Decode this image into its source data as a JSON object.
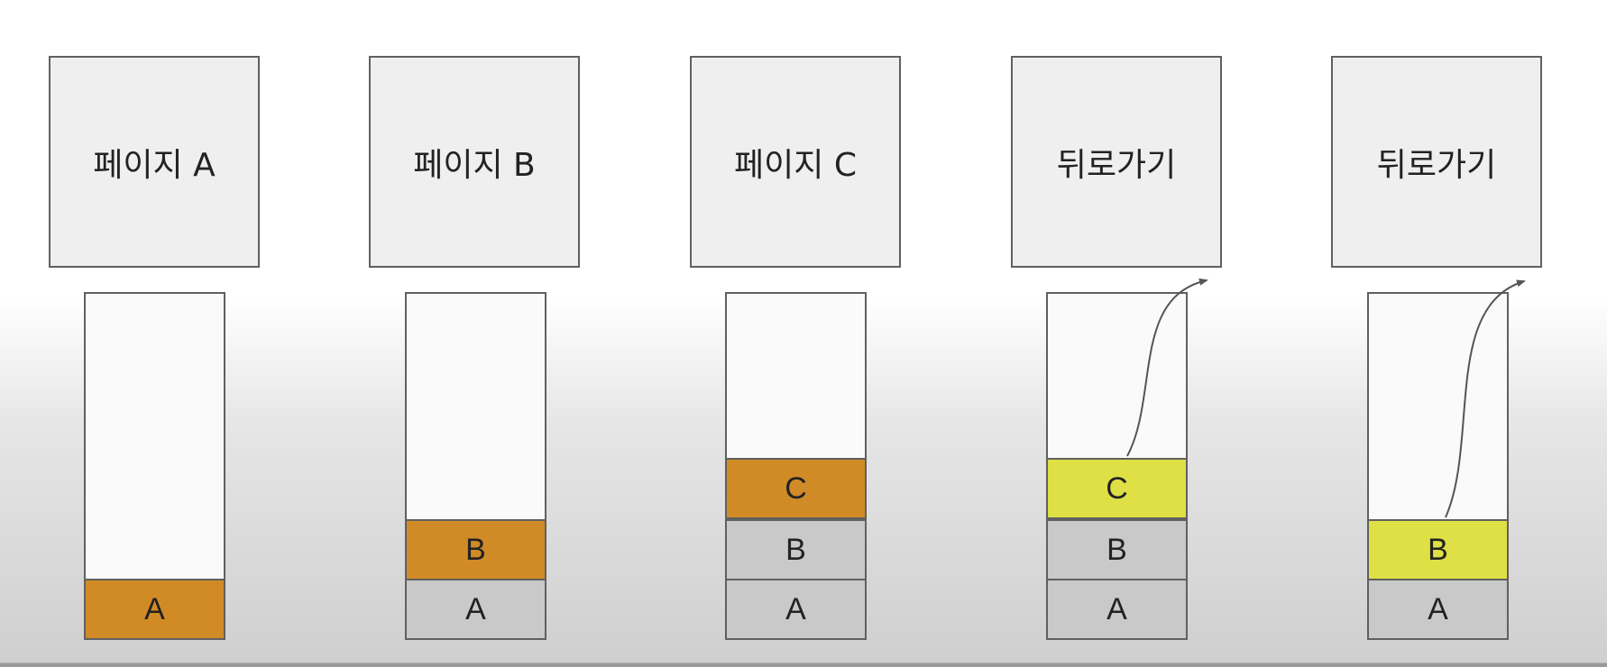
{
  "columns": [
    {
      "page_label": "페이지 A",
      "stack": [
        "A"
      ]
    },
    {
      "page_label": "페이지 B",
      "stack": [
        "A",
        "B"
      ]
    },
    {
      "page_label": "페이지 C",
      "stack": [
        "A",
        "B",
        "C"
      ]
    },
    {
      "page_label": "뒤로가기",
      "stack": [
        "A",
        "B",
        "C"
      ]
    },
    {
      "page_label": "뒤로가기",
      "stack": [
        "A",
        "B"
      ]
    }
  ],
  "colors": {
    "active": "#d08b27",
    "inactive": "#c9c9c9",
    "popped": "#dfe046"
  }
}
